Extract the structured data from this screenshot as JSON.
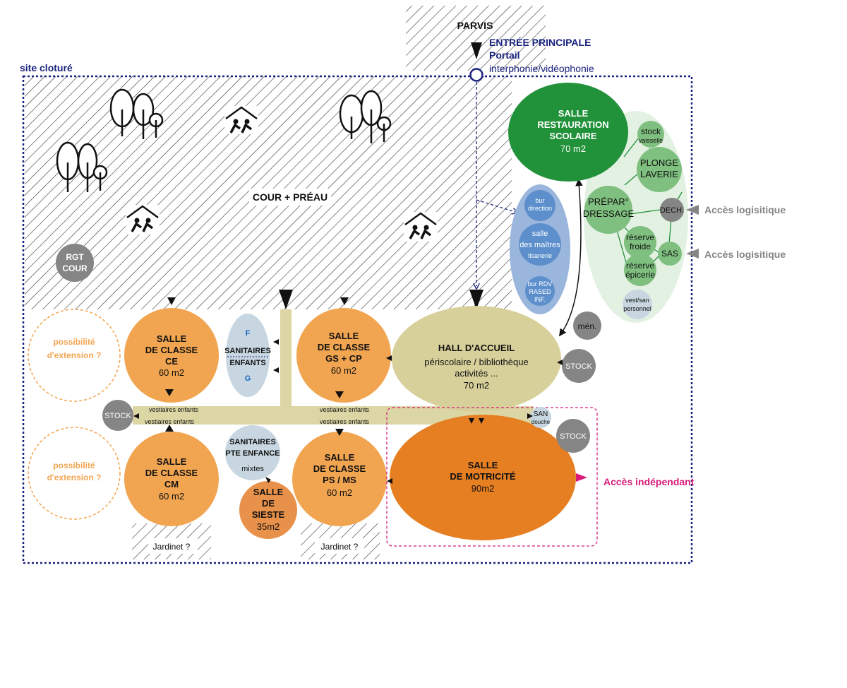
{
  "site": {
    "label": "site cloturé"
  },
  "entrance": {
    "parvis": "PARVIS",
    "title": "ENTRÉE PRINCIPALE",
    "subtitle": "Portail",
    "detail": "interphonie/vidéophonie"
  },
  "courtyard": {
    "label": "COUR + PRÉAU",
    "rgt_line1": "RGT",
    "rgt_line2": "COUR"
  },
  "extension": {
    "line1": "possibilité",
    "line2": "d'extension ?"
  },
  "classrooms": {
    "ce": {
      "line1": "SALLE",
      "line2": "DE CLASSE",
      "line3": "CE",
      "area": "60 m2"
    },
    "gscp": {
      "line1": "SALLE",
      "line2": "DE CLASSE",
      "line3": "GS + CP",
      "area": "60 m2"
    },
    "cm": {
      "line1": "SALLE",
      "line2": "DE CLASSE",
      "line3": "CM",
      "area": "60 m2"
    },
    "psms": {
      "line1": "SALLE",
      "line2": "DE CLASSE",
      "line3": "PS / MS",
      "area": "60 m2"
    }
  },
  "sanitaires_enfants": {
    "f": "F",
    "line1": "SANITAIRES",
    "line2": "ENFANTS",
    "g": "G"
  },
  "sanitaires_pte": {
    "line1": "SANITAIRES",
    "line2": "PTE ENFANCE",
    "line3": "mixtes"
  },
  "sieste": {
    "line1": "SALLE",
    "line2": "DE",
    "line3": "SIESTE",
    "area": "35m2"
  },
  "hall": {
    "title": "HALL D'ACCUEIL",
    "line1": "périscolaire / bibliothèque",
    "line2": "activités ...",
    "area": "70 m2"
  },
  "motricite": {
    "line1": "SALLE",
    "line2": "DE MOTRICITÉ",
    "area": "90m2"
  },
  "restauration": {
    "line1": "SALLE",
    "line2": "RESTAURATION",
    "line3": "SCOLAIRE",
    "area": "70 m2"
  },
  "kitchen": {
    "stock_line1": "stock",
    "stock_line2": "vaisselle",
    "plonge_line1": "PLONGE",
    "plonge_line2": "LAVERIE",
    "prepa_line1": "PRÉPAR°",
    "prepa_line2": "DRESSAGE",
    "dech": "DECH.",
    "reserve_froide_line1": "réserve",
    "reserve_froide_line2": "froide",
    "sas": "SAS",
    "reserve_epicerie_line1": "réserve",
    "reserve_epicerie_line2": "épicerie",
    "vest_line1": "vest/san",
    "vest_line2": "personnel"
  },
  "offices": {
    "direction_line1": "bur",
    "direction_line2": "direction",
    "maitres_line1": "salle",
    "maitres_line2": "des maîtres",
    "maitres_line3": "tisanerie",
    "rdv_line1": "bur RDV",
    "rdv_line2": "RASED",
    "rdv_line3": "INF."
  },
  "small": {
    "men": "mén.",
    "stock": "STOCK",
    "san_line1": "SAN",
    "san_line2": "douche",
    "vestiaires": "vestiaires enfants"
  },
  "access": {
    "logistique": "Accès logisitique",
    "independant": "Accès indépendant"
  },
  "jardinet": "Jardinet ?",
  "colors": {
    "navy": "#1a237e",
    "orange_light": "#f2a551",
    "orange_dark": "#e57f22",
    "sieste": "#e8914a",
    "khaki": "#d8d09a",
    "corridor": "#dcd6a4",
    "green_dark": "#21913a",
    "green_mid": "#7fbf7f",
    "green_pale": "#e3f1e3",
    "blue_pale": "#c7d6e0",
    "blue_office": "#9ab6dc",
    "blue_inner": "#5c8fcc",
    "grey": "#858585",
    "magenta": "#d81b7a",
    "extension": "#f2a551"
  }
}
